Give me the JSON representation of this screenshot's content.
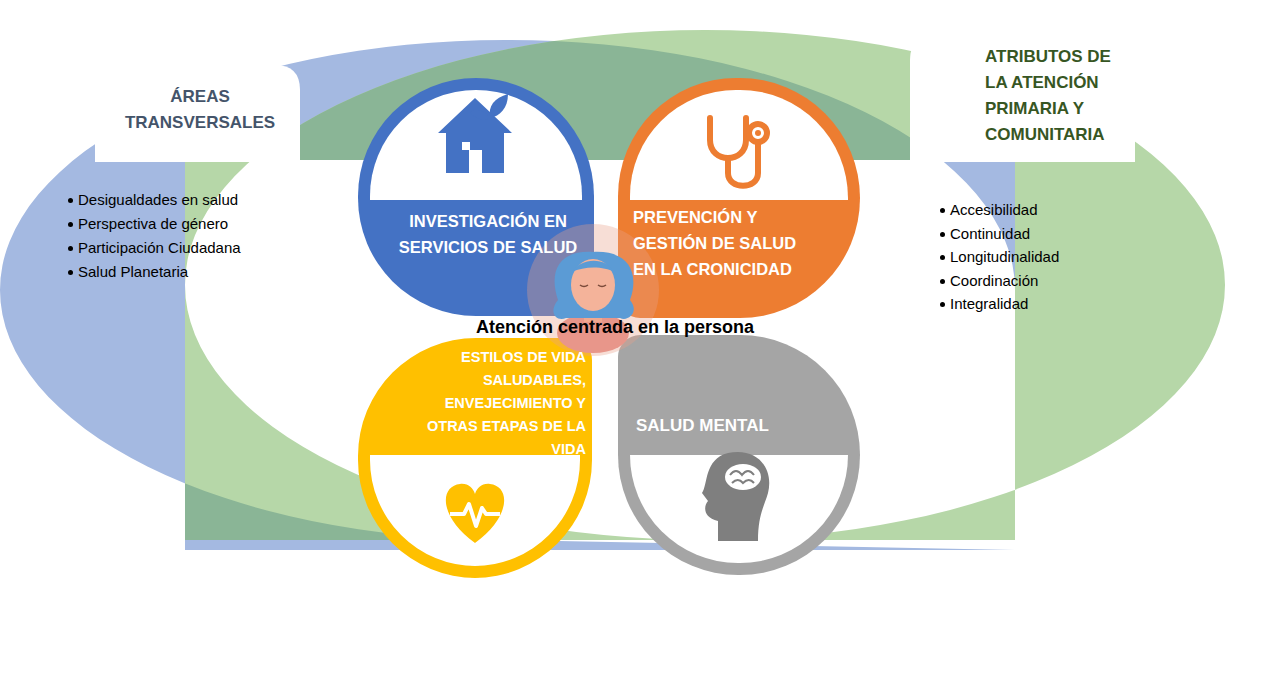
{
  "diagram": {
    "nodes": [
      {
        "text": [
          "ÁREAS TRANSVERSALES",
          "Desigualdades en salud",
          "Perspectiva de género",
          "Participación Ciudadana",
          "Salud Planetaria"
        ]
      },
      {
        "text": [
          "ATRIBUTOS DE LA ATENCIÓN PRIMARIA Y COMUNITARIA",
          "Accesibilidad",
          "Continuidad",
          "Longitudinalidad",
          "Coordinación",
          "Integralidad"
        ]
      },
      {
        "text": [
          "INVESTIGACIÓN EN SERVICIOS DE SALUD"
        ]
      },
      {
        "text": [
          "PREVENCIÓN Y GESTIÓN DE SALUD EN LA CRONICIDAD"
        ]
      },
      {
        "text": [
          "ESTILOS DE VIDA SALUDABLES, ENVEJECIMIENTO Y OTRAS ETAPAS DE LA VIDA"
        ]
      },
      {
        "text": [
          "SALUD MENTAL"
        ]
      }
    ],
    "labels": [
      "Atención centrada en la persona"
    ]
  }
}
